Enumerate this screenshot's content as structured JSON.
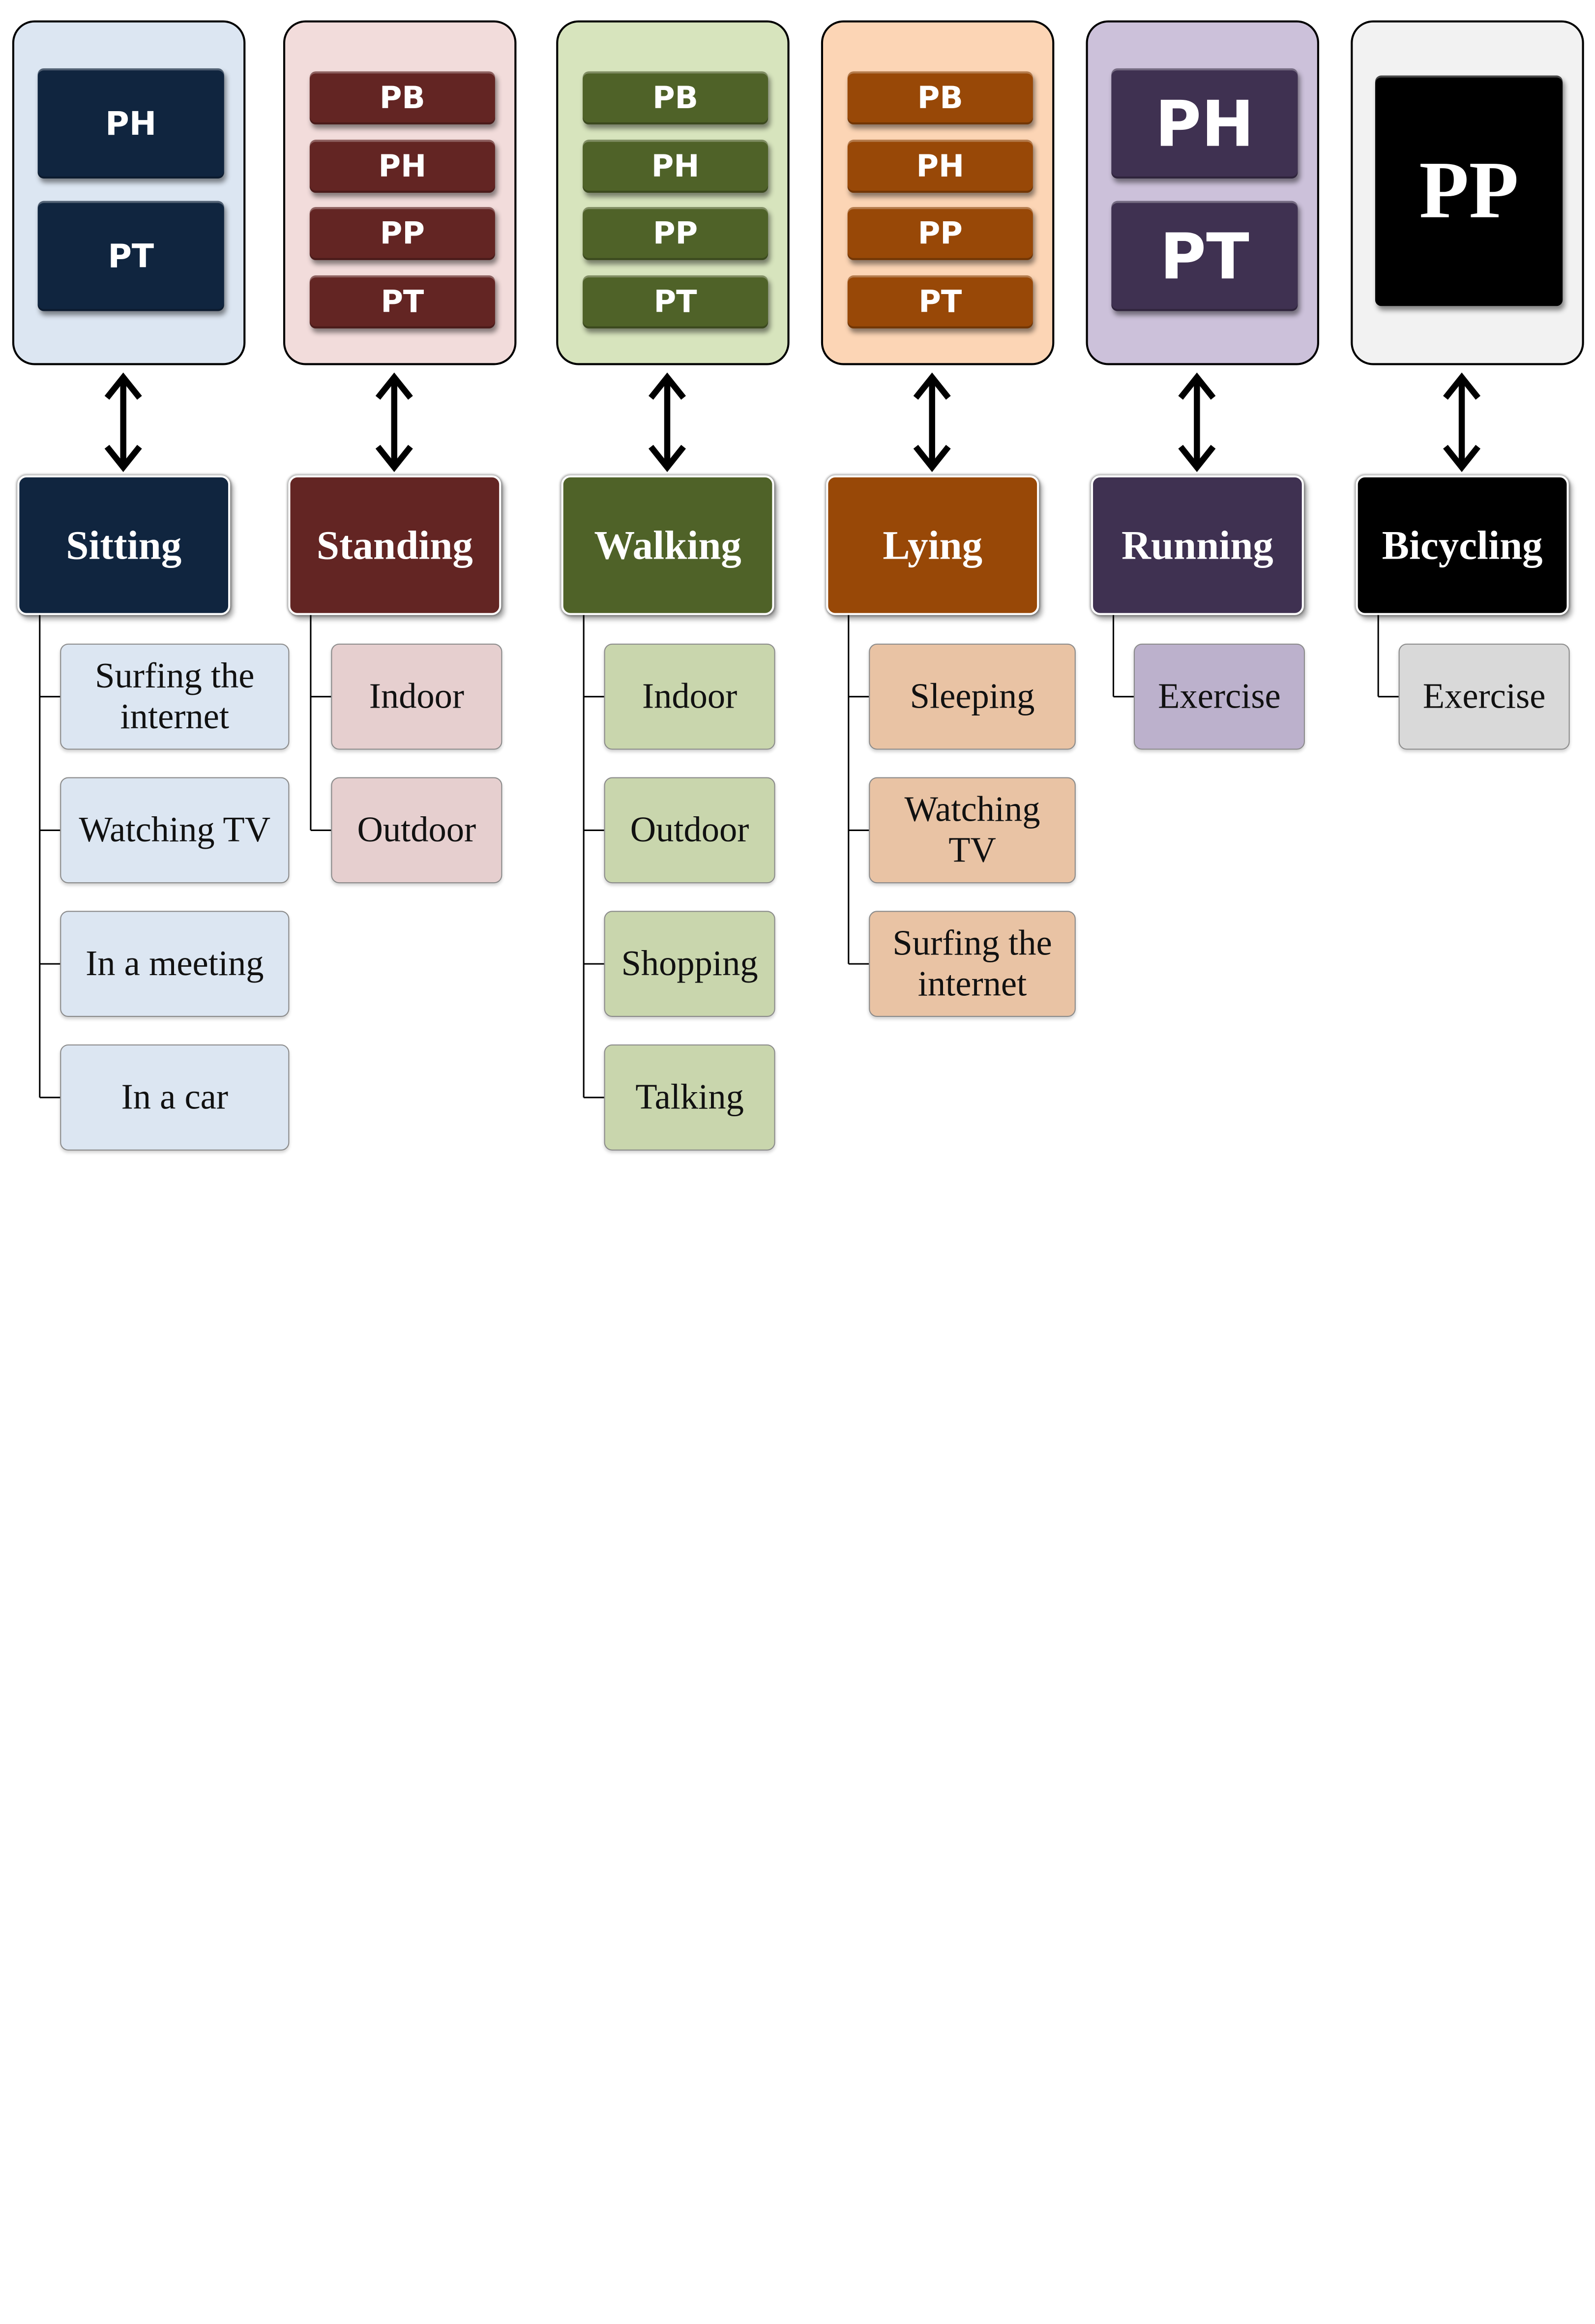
{
  "columns": [
    {
      "activity": "Sitting",
      "colors": {
        "panel_bg": "#dce6f2",
        "sensor": "#10253f",
        "activity": "#10253f",
        "sub_bg": "#dce6f2"
      },
      "sensors": [
        "PH",
        "PT"
      ],
      "sub_activities": [
        "Surfing the\ninternet",
        "Watching TV",
        "In a meeting",
        "In a car"
      ]
    },
    {
      "activity": "Standing",
      "colors": {
        "panel_bg": "#f2dcdb",
        "sensor": "#632523",
        "activity": "#632523",
        "sub_bg": "#e6cfcf"
      },
      "sensors": [
        "PB",
        "PH",
        "PP",
        "PT"
      ],
      "sub_activities": [
        "Indoor",
        "Outdoor"
      ]
    },
    {
      "activity": "Walking",
      "colors": {
        "panel_bg": "#d7e4bd",
        "sensor": "#4f6228",
        "activity": "#4f6228",
        "sub_bg": "#c9d6ad"
      },
      "sensors": [
        "PB",
        "PH",
        "PP",
        "PT"
      ],
      "sub_activities": [
        "Indoor",
        "Outdoor",
        "Shopping",
        "Talking"
      ]
    },
    {
      "activity": "Lying",
      "colors": {
        "panel_bg": "#fcd5b5",
        "sensor": "#984807",
        "activity": "#984807",
        "sub_bg": "#e9c3a4"
      },
      "sensors": [
        "PB",
        "PH",
        "PP",
        "PT"
      ],
      "sub_activities": [
        "Sleeping",
        "Watching\nTV",
        "Surfing the\ninternet"
      ]
    },
    {
      "activity": "Running",
      "colors": {
        "panel_bg": "#ccc1da",
        "sensor": "#3f3151",
        "activity": "#3f3151",
        "sub_bg": "#bcb1cc"
      },
      "sensors": [
        "PH",
        "PT"
      ],
      "sub_activities": [
        "Exercise"
      ]
    },
    {
      "activity": "Bicycling",
      "colors": {
        "panel_bg": "#f2f2f2",
        "sensor": "#000000",
        "activity": "#000000",
        "sub_bg": "#d9d9d9"
      },
      "sensors": [
        "PP"
      ],
      "sub_activities": [
        "Exercise"
      ]
    }
  ]
}
